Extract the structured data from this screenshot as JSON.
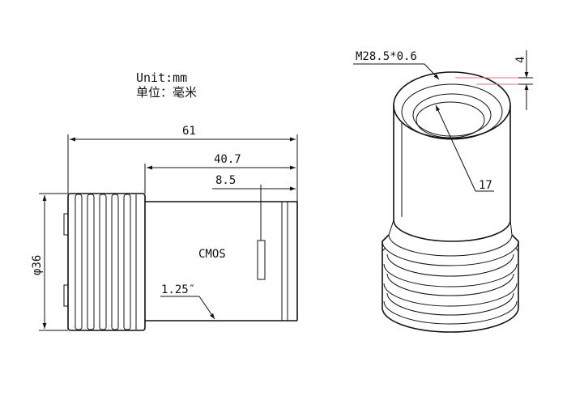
{
  "units": {
    "line1": "Unit:mm",
    "line2": "单位：毫米"
  },
  "side_view": {
    "dim_total_length": "61",
    "dim_body_length": "40.7",
    "dim_sensor_offset": "8.5",
    "dim_diameter": "φ36",
    "label_sensor": "CMOS",
    "label_nosepiece": "1.25″"
  },
  "perspective_view": {
    "thread_label": "M28.5*0.6",
    "dim_bore": "17",
    "dim_thread_depth": "4"
  },
  "colors": {
    "line": "#111111",
    "accent": "#e07070",
    "background": "#ffffff"
  }
}
